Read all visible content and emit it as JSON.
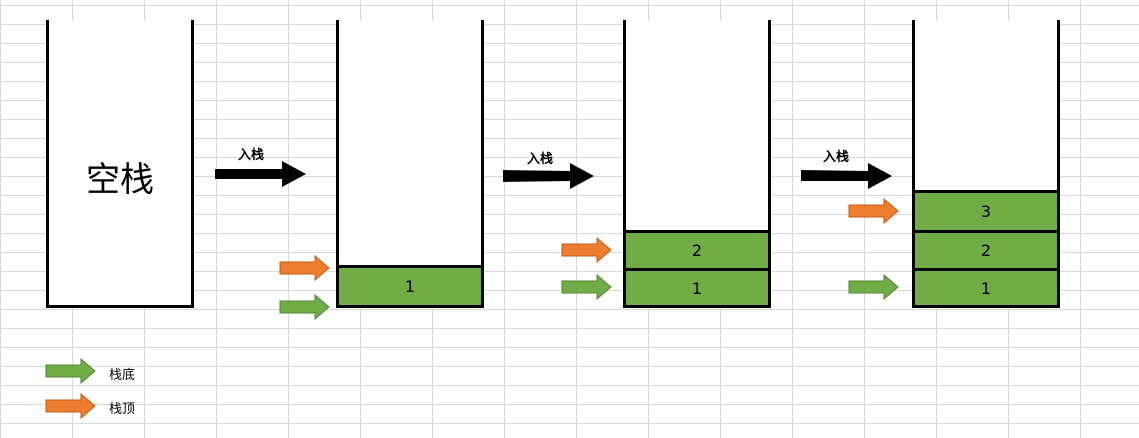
{
  "colors": {
    "cell_fill": "#70ad47",
    "bottom_pointer": "#70ad47",
    "top_pointer": "#ed7d31",
    "stroke": "#000000",
    "grid": "#d9d9d9"
  },
  "stacks": [
    {
      "name": "empty",
      "label": "空栈",
      "cells": []
    },
    {
      "name": "one",
      "cells": [
        "1"
      ]
    },
    {
      "name": "two",
      "cells": [
        "2",
        "1"
      ]
    },
    {
      "name": "three",
      "cells": [
        "3",
        "2",
        "1"
      ]
    }
  ],
  "push_labels": [
    "入栈",
    "入栈",
    "入栈"
  ],
  "legend": {
    "bottom": {
      "icon": "green-arrow-icon",
      "label": "栈底"
    },
    "top": {
      "icon": "orange-arrow-icon",
      "label": "栈顶"
    }
  }
}
